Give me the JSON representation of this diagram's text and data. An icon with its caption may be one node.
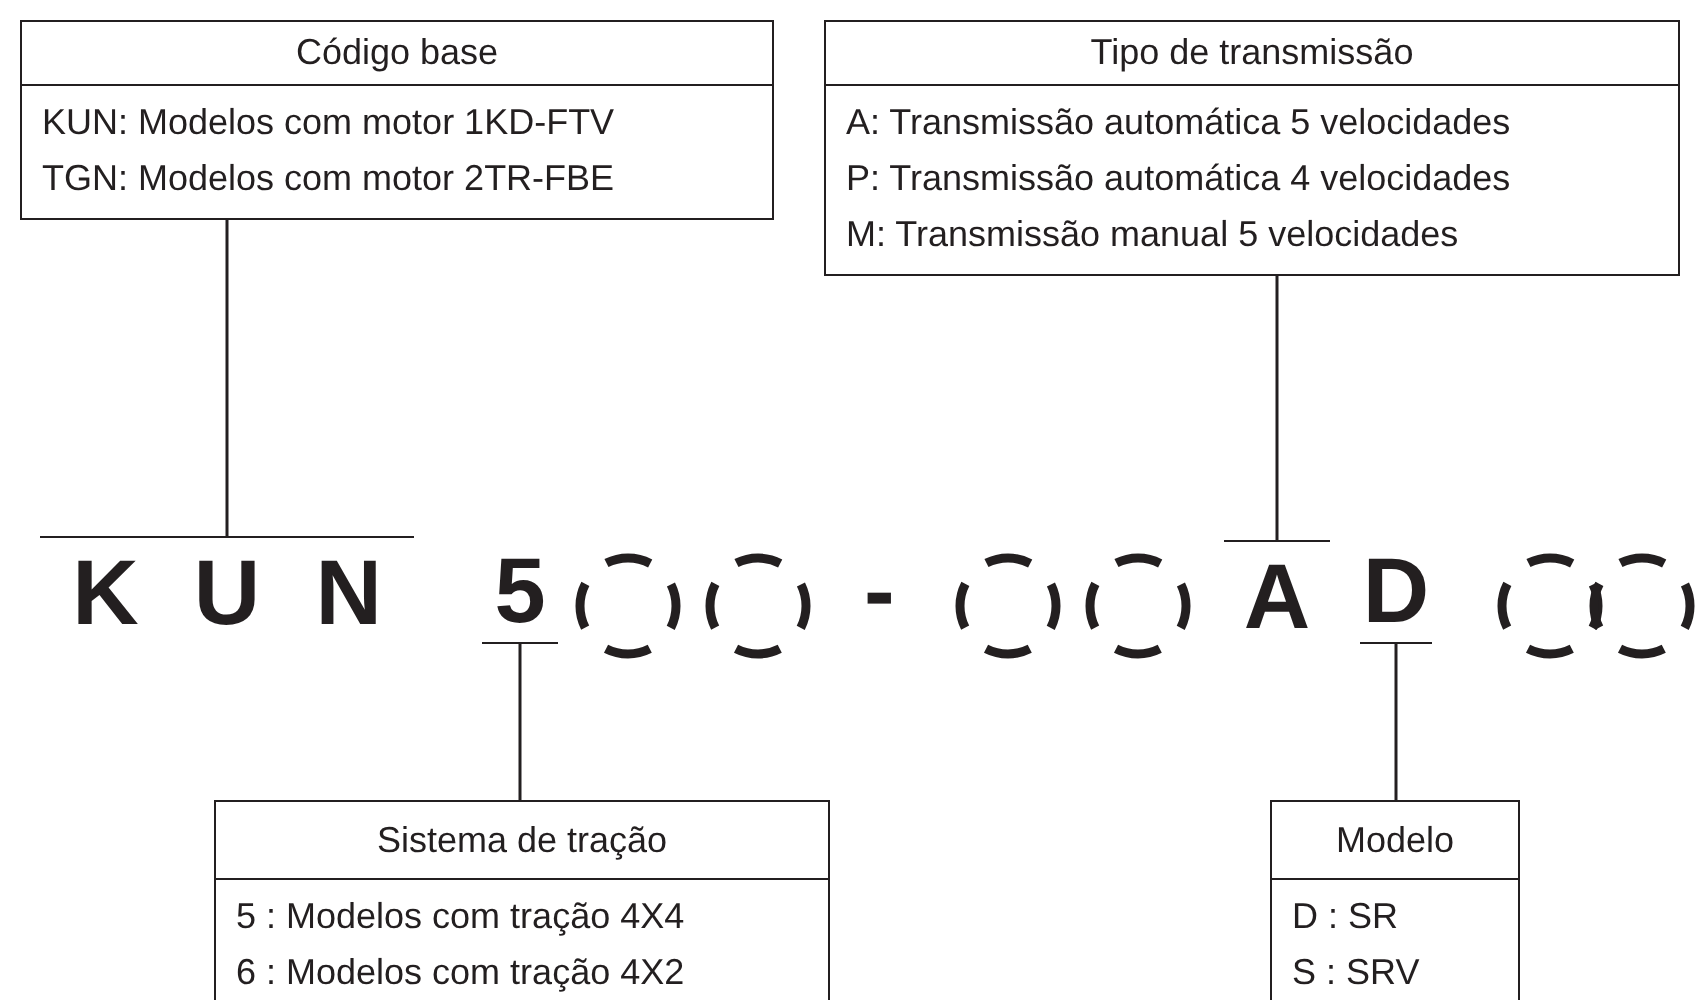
{
  "diagram": {
    "nodes": [
      {
        "text": [
          "Código base",
          "KUN: Modelos com motor 1KD-FTV",
          "TGN: Modelos com motor 2TR-FBE"
        ]
      },
      {
        "text": [
          "Tipo de transmissão",
          "A: Transmissão automática 5 velocidades",
          "P: Transmissão automática 4 velocidades",
          "M: Transmissão manual 5 velocidades"
        ]
      },
      {
        "text": [
          "KUN"
        ]
      },
      {
        "text": [
          "5"
        ]
      },
      {
        "text": [],
        "shape": "circle"
      },
      {
        "text": [],
        "shape": "circle"
      },
      {
        "text": [],
        "shape": "circle"
      },
      {
        "text": [],
        "shape": "circle"
      },
      {
        "text": [
          "A"
        ]
      },
      {
        "text": [
          "D"
        ]
      },
      {
        "text": [],
        "shape": "circle"
      },
      {
        "text": [],
        "shape": "circle"
      },
      {
        "text": [
          "Sistema de tração",
          "5 : Modelos com tração 4X4",
          "6 : Modelos com tração 4X2"
        ]
      },
      {
        "text": [
          "Modelo",
          "D : SR",
          "S : SRV"
        ]
      }
    ],
    "edges": [
      {
        "from": 0,
        "to": 2,
        "arrow": "none"
      },
      {
        "from": 1,
        "to": 8,
        "arrow": "none"
      },
      {
        "from": 3,
        "to": 12,
        "arrow": "none"
      },
      {
        "from": 9,
        "to": 13,
        "arrow": "none"
      }
    ],
    "labels": [
      "-"
    ]
  }
}
